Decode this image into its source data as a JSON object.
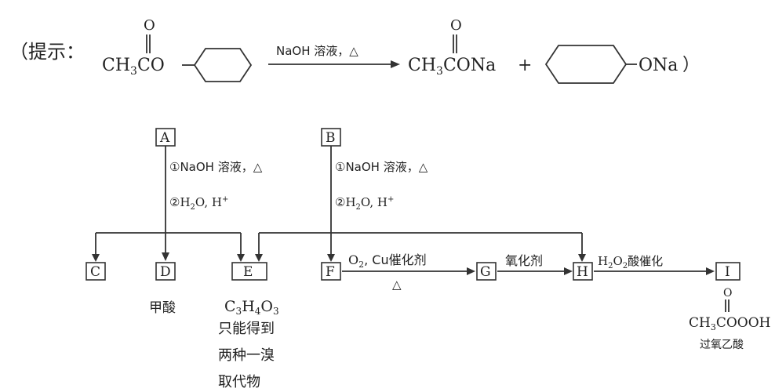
{
  "hint": {
    "prefix": "（提示：",
    "reactant1": "CH",
    "reactant1_sub": "3",
    "reactant1_tail": "CO",
    "carbonyl_o": "O",
    "conditions": "NaOH 溶液，△",
    "product1": "CH",
    "product1_sub": "3",
    "product1_tail": "CONa",
    "plus": "+",
    "product2": "ONa",
    "suffix": "）"
  },
  "nodes": {
    "A": "A",
    "B": "B",
    "C": "C",
    "D": "D",
    "E": "E",
    "F": "F",
    "G": "G",
    "H": "H",
    "I": "I"
  },
  "conditions_A": {
    "step1": "①NaOH 溶液，△",
    "step2_pre": "②H",
    "step2_sub": "2",
    "step2_post": "O, H",
    "step2_sup": "+"
  },
  "conditions_B": {
    "step1": "①NaOH 溶液，△",
    "step2_pre": "②H",
    "step2_sub": "2",
    "step2_post": "O, H",
    "step2_sup": "+"
  },
  "arrow_F_G": {
    "top_pre": "O",
    "top_sub": "2",
    "top_post": ", Cu催化剂",
    "bottom": "△"
  },
  "arrow_G_H": {
    "top": "氧化剂"
  },
  "arrow_H_I": {
    "top_pre": "H",
    "top_sub": "2",
    "top_mid": "O",
    "top_sub2": "2",
    "top_post": "酸催化"
  },
  "label_D": "甲酸",
  "label_E": {
    "formula_pre": "C",
    "formula_sub1": "3",
    "formula_mid": "H",
    "formula_sub2": "4",
    "formula_mid2": "O",
    "formula_sub3": "3",
    "line2": "只能得到",
    "line3": "两种一溴",
    "line4": "取代物"
  },
  "label_I": {
    "o": "O",
    "formula_pre": "CH",
    "formula_sub": "3",
    "formula_post": "COOOH",
    "name": "过氧乙酸"
  }
}
